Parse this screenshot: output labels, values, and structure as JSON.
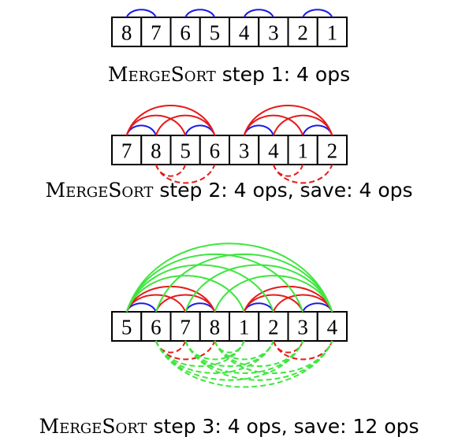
{
  "colors": {
    "stroke": "#000000",
    "blue": "#1a1ae6",
    "red": "#e61a1a",
    "green": "#3ee63e"
  },
  "steps": [
    {
      "values": [
        "8",
        "7",
        "6",
        "5",
        "4",
        "3",
        "2",
        "1"
      ],
      "caption": {
        "algo": "MergeSort",
        "text": " step 1:  4 ops"
      },
      "arcs": [
        {
          "kind": "blue",
          "from": 0,
          "to": 1,
          "side": "top",
          "level": 1
        },
        {
          "kind": "blue",
          "from": 2,
          "to": 3,
          "side": "top",
          "level": 1
        },
        {
          "kind": "blue",
          "from": 4,
          "to": 5,
          "side": "top",
          "level": 1
        },
        {
          "kind": "blue",
          "from": 6,
          "to": 7,
          "side": "top",
          "level": 1
        }
      ]
    },
    {
      "values": [
        "7",
        "8",
        "5",
        "6",
        "3",
        "4",
        "1",
        "2"
      ],
      "caption": {
        "algo": "MergeSort",
        "text": " step 2:  4 ops, save:  4 ops"
      },
      "arcs": [
        {
          "kind": "blue",
          "from": 0,
          "to": 1,
          "side": "top",
          "level": 1
        },
        {
          "kind": "blue",
          "from": 2,
          "to": 3,
          "side": "top",
          "level": 1
        },
        {
          "kind": "blue",
          "from": 4,
          "to": 5,
          "side": "top",
          "level": 1
        },
        {
          "kind": "blue",
          "from": 6,
          "to": 7,
          "side": "top",
          "level": 1
        },
        {
          "kind": "red",
          "from": 0,
          "to": 2,
          "side": "top",
          "level": 2
        },
        {
          "kind": "red",
          "from": 0,
          "to": 3,
          "side": "top",
          "level": 3
        },
        {
          "kind": "red",
          "from": 1,
          "to": 3,
          "side": "top",
          "level": 2
        },
        {
          "kind": "red",
          "from": 4,
          "to": 6,
          "side": "top",
          "level": 2
        },
        {
          "kind": "red",
          "from": 4,
          "to": 7,
          "side": "top",
          "level": 3
        },
        {
          "kind": "red",
          "from": 5,
          "to": 7,
          "side": "top",
          "level": 2
        },
        {
          "kind": "red-dash",
          "from": 1,
          "to": 2,
          "side": "bottom",
          "level": 1
        },
        {
          "kind": "red-dash",
          "from": 1,
          "to": 3,
          "side": "bottom",
          "level": 2
        },
        {
          "kind": "red-dash",
          "from": 5,
          "to": 6,
          "side": "bottom",
          "level": 1
        },
        {
          "kind": "red-dash",
          "from": 5,
          "to": 7,
          "side": "bottom",
          "level": 2
        }
      ]
    },
    {
      "values": [
        "5",
        "6",
        "7",
        "8",
        "1",
        "2",
        "3",
        "4"
      ],
      "caption": {
        "algo": "MergeSort",
        "text": " step 3:  4 ops, save:  12 ops"
      },
      "arcs": [
        {
          "kind": "blue",
          "from": 0,
          "to": 1,
          "side": "top",
          "level": 1
        },
        {
          "kind": "blue",
          "from": 2,
          "to": 3,
          "side": "top",
          "level": 1
        },
        {
          "kind": "blue",
          "from": 4,
          "to": 5,
          "side": "top",
          "level": 1
        },
        {
          "kind": "blue",
          "from": 6,
          "to": 7,
          "side": "top",
          "level": 1
        },
        {
          "kind": "red",
          "from": 0,
          "to": 2,
          "side": "top",
          "level": 2
        },
        {
          "kind": "red",
          "from": 0,
          "to": 3,
          "side": "top",
          "level": 3
        },
        {
          "kind": "red",
          "from": 1,
          "to": 3,
          "side": "top",
          "level": 2
        },
        {
          "kind": "red",
          "from": 4,
          "to": 6,
          "side": "top",
          "level": 2
        },
        {
          "kind": "red",
          "from": 4,
          "to": 7,
          "side": "top",
          "level": 3
        },
        {
          "kind": "red",
          "from": 5,
          "to": 7,
          "side": "top",
          "level": 2
        },
        {
          "kind": "green",
          "from": 0,
          "to": 4,
          "side": "top",
          "level": 4
        },
        {
          "kind": "green",
          "from": 0,
          "to": 5,
          "side": "top",
          "level": 5
        },
        {
          "kind": "green",
          "from": 0,
          "to": 6,
          "side": "top",
          "level": 6
        },
        {
          "kind": "green",
          "from": 0,
          "to": 7,
          "side": "top",
          "level": 7
        },
        {
          "kind": "green",
          "from": 1,
          "to": 7,
          "side": "top",
          "level": 6
        },
        {
          "kind": "green",
          "from": 2,
          "to": 7,
          "side": "top",
          "level": 5
        },
        {
          "kind": "green",
          "from": 3,
          "to": 7,
          "side": "top",
          "level": 4
        },
        {
          "kind": "red-dash",
          "from": 1,
          "to": 2,
          "side": "bottom",
          "level": 1
        },
        {
          "kind": "red-dash",
          "from": 1,
          "to": 3,
          "side": "bottom",
          "level": 2
        },
        {
          "kind": "red-dash",
          "from": 5,
          "to": 6,
          "side": "bottom",
          "level": 1
        },
        {
          "kind": "red-dash",
          "from": 5,
          "to": 7,
          "side": "bottom",
          "level": 2
        },
        {
          "kind": "green-dash",
          "from": 1,
          "to": 4,
          "side": "bottom",
          "level": 3
        },
        {
          "kind": "green-dash",
          "from": 1,
          "to": 5,
          "side": "bottom",
          "level": 4
        },
        {
          "kind": "green-dash",
          "from": 1,
          "to": 6,
          "side": "bottom",
          "level": 5
        },
        {
          "kind": "green-dash",
          "from": 2,
          "to": 4,
          "side": "bottom",
          "level": 2
        },
        {
          "kind": "green-dash",
          "from": 2,
          "to": 5,
          "side": "bottom",
          "level": 3
        },
        {
          "kind": "green-dash",
          "from": 2,
          "to": 6,
          "side": "bottom",
          "level": 4
        },
        {
          "kind": "green-dash",
          "from": 3,
          "to": 4,
          "side": "bottom",
          "level": 1
        },
        {
          "kind": "green-dash",
          "from": 3,
          "to": 5,
          "side": "bottom",
          "level": 2
        },
        {
          "kind": "green-dash",
          "from": 3,
          "to": 6,
          "side": "bottom",
          "level": 3
        },
        {
          "kind": "green-dash",
          "from": 2,
          "to": 7,
          "side": "bottom",
          "level": 5
        },
        {
          "kind": "green-dash",
          "from": 3,
          "to": 7,
          "side": "bottom",
          "level": 4
        },
        {
          "kind": "green-dash",
          "from": 1,
          "to": 7,
          "side": "bottom",
          "level": 6
        }
      ]
    }
  ]
}
